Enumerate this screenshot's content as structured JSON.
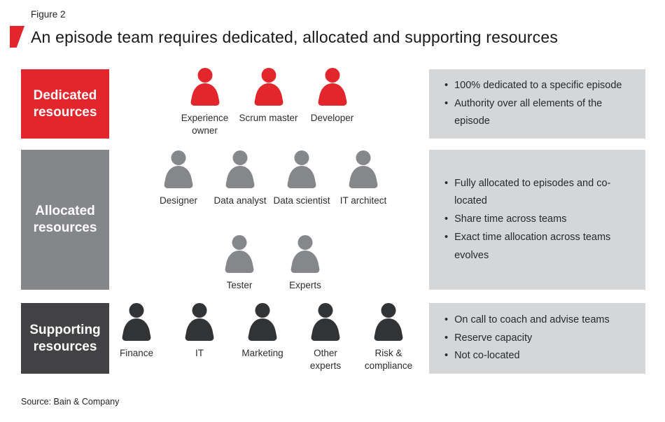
{
  "figure": {
    "label": "Figure 2",
    "title": "An episode team requires dedicated, allocated and supporting resources"
  },
  "colors": {
    "red": "#e2262b",
    "medium_gray": "#84868a",
    "dark_gray": "#424244",
    "dark_icon": "#323335",
    "light_gray_panel": "#d5d6d8"
  },
  "rows": [
    {
      "label": "Dedicated resources",
      "people": [
        "Experience owner",
        "Scrum master",
        "Developer"
      ],
      "bullets": [
        "100% dedicated to a specific episode",
        "Authority over all elements of the episode"
      ]
    },
    {
      "label": "Allocated resources",
      "people_row1": [
        "Designer",
        "Data analyst",
        "Data scientist",
        "IT architect"
      ],
      "people_row2": [
        "Tester",
        "Experts"
      ],
      "bullets": [
        "Fully allocated to episodes and co-located",
        "Share time across teams",
        "Exact time allocation across teams evolves"
      ]
    },
    {
      "label": "Supporting resources",
      "people": [
        "Finance",
        "IT",
        "Marketing",
        "Other experts",
        "Risk & compliance"
      ],
      "bullets": [
        "On call to coach and advise teams",
        "Reserve capacity",
        "Not co-located"
      ]
    }
  ],
  "bullet_glyph": "•",
  "source": "Source: Bain & Company"
}
